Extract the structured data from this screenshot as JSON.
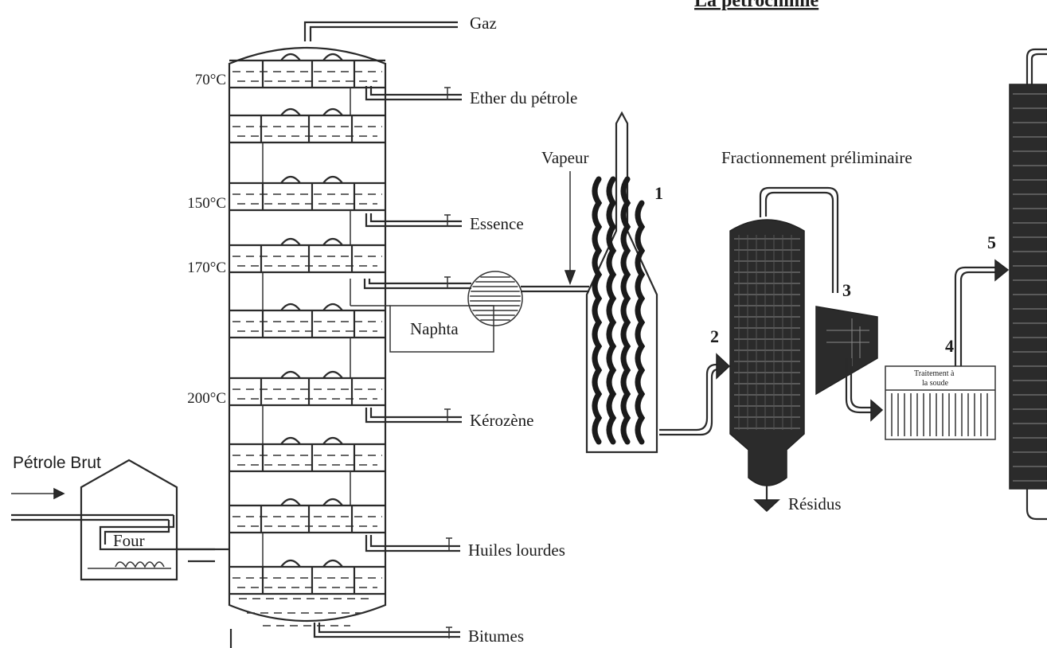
{
  "title": "La pétrochimie",
  "feed_label": "Pétrole Brut",
  "furnace_label": "Four",
  "temperatures": [
    "70°C",
    "150°C",
    "170°C",
    "200°C"
  ],
  "outputs": {
    "gaz": "Gaz",
    "ether": "Ether du pétrole",
    "essence": "Essence",
    "kerozene": "Kérozène",
    "huiles": "Huiles lourdes",
    "bitumes": "Bitumes"
  },
  "naphta_label": "Naphta",
  "vapeur_label": "Vapeur",
  "fractionnement_label": "Fractionnement préliminaire",
  "residus_label": "Résidus",
  "treatment_label_line1": "Traitement à",
  "treatment_label_line2": "la soude",
  "step_numbers": [
    "1",
    "2",
    "3",
    "4",
    "5"
  ]
}
